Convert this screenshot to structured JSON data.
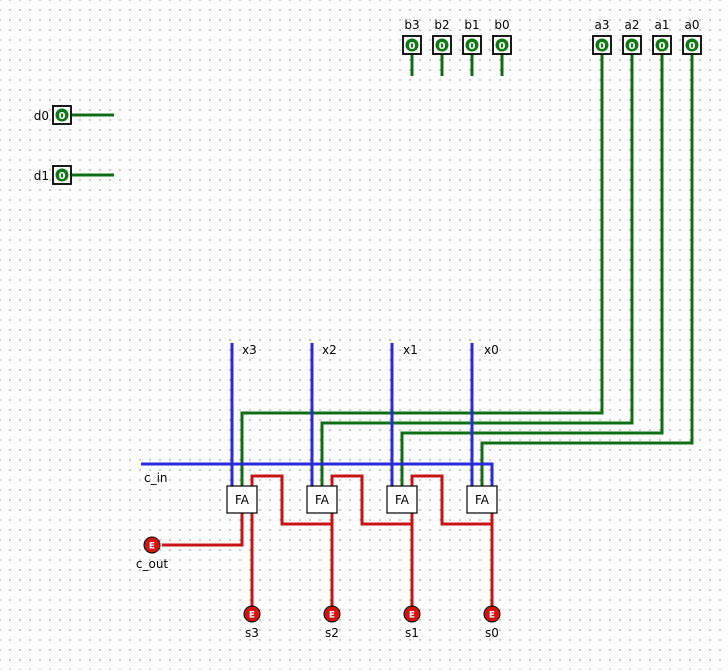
{
  "b_inputs": [
    {
      "label": "b3",
      "value": "0"
    },
    {
      "label": "b2",
      "value": "0"
    },
    {
      "label": "b1",
      "value": "0"
    },
    {
      "label": "b0",
      "value": "0"
    }
  ],
  "a_inputs": [
    {
      "label": "a3",
      "value": "0"
    },
    {
      "label": "a2",
      "value": "0"
    },
    {
      "label": "a1",
      "value": "0"
    },
    {
      "label": "a0",
      "value": "0"
    }
  ],
  "d_inputs": [
    {
      "label": "d0",
      "value": "0"
    },
    {
      "label": "d1",
      "value": "0"
    }
  ],
  "x_labels": [
    "x3",
    "x2",
    "x1",
    "x0"
  ],
  "adders": [
    {
      "label": "FA"
    },
    {
      "label": "FA"
    },
    {
      "label": "FA"
    },
    {
      "label": "FA"
    }
  ],
  "carry_in": {
    "label": "c_in"
  },
  "carry_out": {
    "label": "c_out",
    "value": "E"
  },
  "sum_outputs": [
    {
      "label": "s3",
      "value": "E"
    },
    {
      "label": "s2",
      "value": "E"
    },
    {
      "label": "s1",
      "value": "E"
    },
    {
      "label": "s0",
      "value": "E"
    }
  ],
  "colors": {
    "wire_green": "#0f6e14",
    "wire_blue": "#2a2ae0",
    "wire_red": "#c81414"
  }
}
